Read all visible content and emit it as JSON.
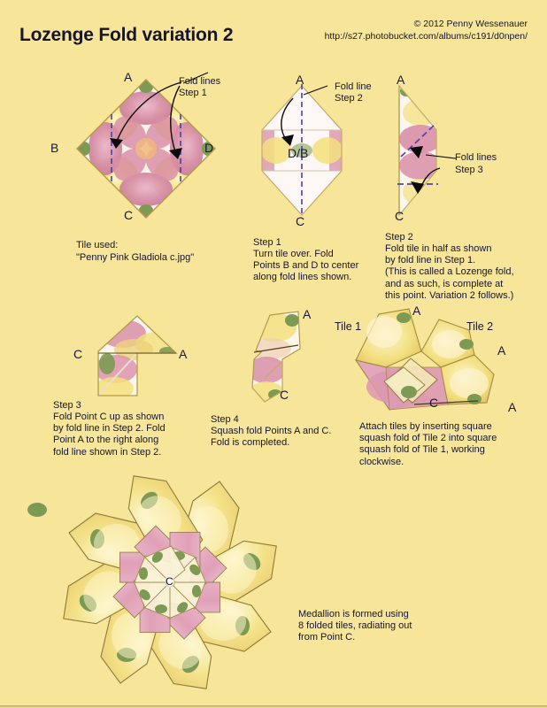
{
  "page": {
    "title": "Lozenge Fold variation 2",
    "copyright": "© 2012 Penny Wessenauer",
    "url": "http://s27.photobucket.com/albums/c191/d0npen/",
    "background_color": "#f7e59a",
    "text_color": "#15152e"
  },
  "palette": {
    "petal_pink": "#d98fa8",
    "petal_pink_light": "#edb9cb",
    "center_yellow": "#f3e07c",
    "cream": "#fdf4e3",
    "accent_green": "#7d9a55",
    "fold_line_purple": "#4b3fa8",
    "edge_gold": "#a08a3c"
  },
  "figures": {
    "tile": {
      "labels": {
        "top": "A",
        "left": "B",
        "right": "D",
        "bottom": "C"
      },
      "annotation": "Fold lines\nStep 1",
      "annotation_line1": "Fold lines",
      "annotation_line2": "Step 1",
      "caption_line1": "Tile used:",
      "caption_line2": "\"Penny Pink Gladiola c.jpg\""
    },
    "step1": {
      "labels": {
        "top": "A",
        "center": "D/B",
        "bottom": "C"
      },
      "annotation_line1": "Fold line",
      "annotation_line2": "Step 2",
      "caption": "Step 1\nTurn tile over. Fold\nPoints B and D to center\nalong fold lines shown.",
      "caption_title": "Step 1",
      "caption_body": "Turn tile over. Fold\nPoints B and D to center\nalong fold lines shown."
    },
    "step2": {
      "labels": {
        "top": "A",
        "bottom": "C"
      },
      "annotation_line1": "Fold lines",
      "annotation_line2": "Step 3",
      "caption_title": "Step 2",
      "caption_body": "Fold tile in half as shown\nby fold line in Step 1.\n(This is called a Lozenge fold,\nand as such, is complete at\nthis point. Variation 2 follows.)"
    },
    "step3": {
      "labels": {
        "left": "C",
        "right": "A"
      },
      "caption_title": "Step 3",
      "caption_body": "Fold Point C up as shown\nby fold line in Step 2. Fold\nPoint A to the right along\nfold line shown in Step 2."
    },
    "step4": {
      "labels": {
        "top": "A",
        "bottom": "C"
      },
      "caption_title": "Step 4",
      "caption_body": "Squash fold Points A and C.\nFold is completed."
    },
    "tiles": {
      "label_tile1": "Tile 1",
      "label_tile2": "Tile 2",
      "label_a_top": "A",
      "label_a_mid": "A",
      "label_a_bottom": "A",
      "label_c": "C",
      "caption_body": "Attach tiles by inserting square\nsquash fold of Tile 2 into square\nsquash fold of Tile 1, working\nclockwise."
    },
    "medallion": {
      "center_label": "C",
      "caption_body": "Medallion is formed using\n8 folded tiles, radiating out\nfrom Point C.",
      "petal_count": 8
    }
  }
}
